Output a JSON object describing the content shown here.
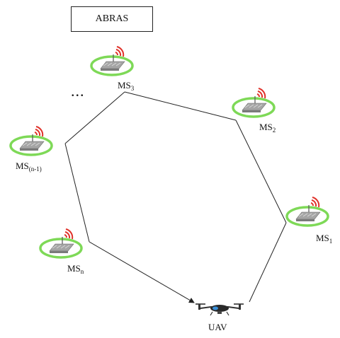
{
  "title": "ABRAS",
  "ellipsis": "...",
  "stations": [
    {
      "id": "ms3",
      "base": "MS",
      "sub": "3"
    },
    {
      "id": "ms2",
      "base": "MS",
      "sub": "2"
    },
    {
      "id": "ms1",
      "base": "MS",
      "sub": "1"
    },
    {
      "id": "msn1",
      "base": "MS",
      "sub": "(n-1)"
    },
    {
      "id": "msn",
      "base": "MS",
      "sub": "n"
    }
  ],
  "uav_label": "UAV",
  "colors": {
    "ring": "#7ed957",
    "signal": "#e0322a",
    "line": "#222222",
    "device": "#9a9a9a"
  }
}
